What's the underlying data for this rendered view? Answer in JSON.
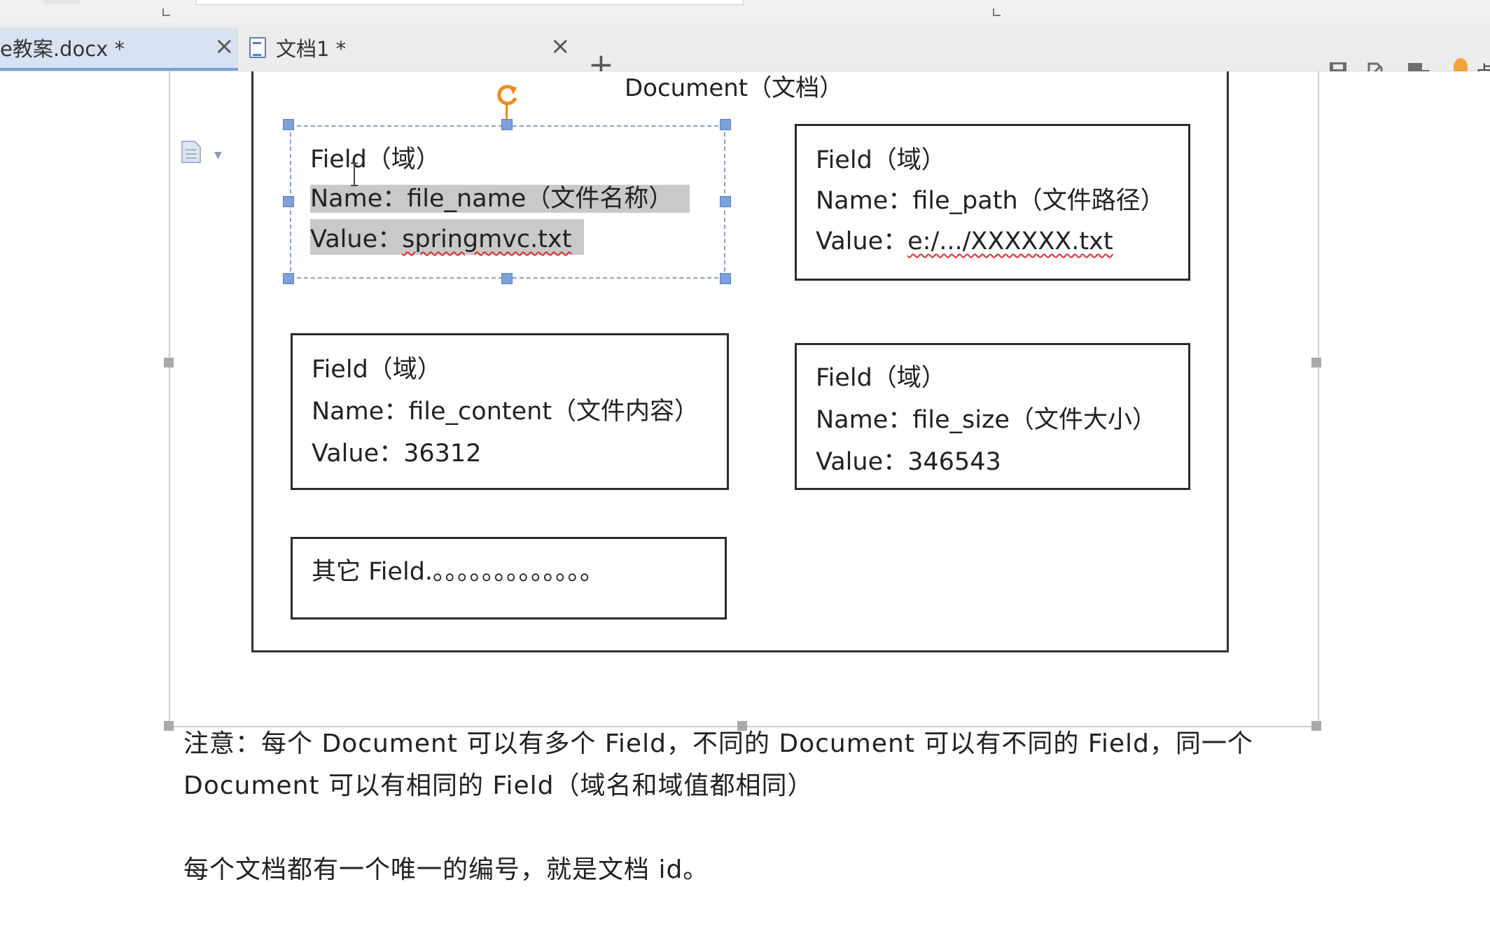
{
  "tabs": [
    {
      "label": "e教案.docx *",
      "active": true
    },
    {
      "label": "文档1 *",
      "active": false
    }
  ],
  "new_tab_symbol": "+",
  "close_symbol": "×",
  "toolbar_icons": [
    "save-icon",
    "edit-icon",
    "review-icon",
    "bulb-icon"
  ],
  "toolbar_partial_label": "点",
  "document": {
    "title": "Document（文档）",
    "fields": [
      {
        "line1": "Field（域）",
        "line2": "Name：file_name（文件名称）",
        "value_label": "Value：",
        "value": "springmvc.txt",
        "selected": true
      },
      {
        "line1": "Field（域）",
        "line2": "Name：file_path（文件路径）",
        "value_label": "Value：",
        "value": "e:/.../XXXXXX.txt",
        "selected": false
      },
      {
        "line1": "Field（域）",
        "line2": "Name：file_content（文件内容）",
        "value_label": "Value：",
        "value": "36312",
        "selected": false
      },
      {
        "line1": "Field（域）",
        "line2": "Name：file_size（文件大小）",
        "value_label": "Value：",
        "value": "346543",
        "selected": false
      }
    ],
    "other_fields": "其它 Field.。。。。。。。。。。。。。"
  },
  "body": {
    "note_line1": "注意：每个 Document 可以有多个 Field，不同的 Document 可以有不同的 Field，同一个",
    "note_line2": "Document 可以有相同的 Field（域名和域值都相同）",
    "id_note": "每个文档都有一个唯一的编号，就是文档 id。"
  },
  "colors": {
    "tab_active": "#d8e3f2",
    "selection_handle": "#7da1d8",
    "rotate_handle": "#f08c1a",
    "text_highlight": "#c9c9c9",
    "spell_underline": "#d93030"
  }
}
